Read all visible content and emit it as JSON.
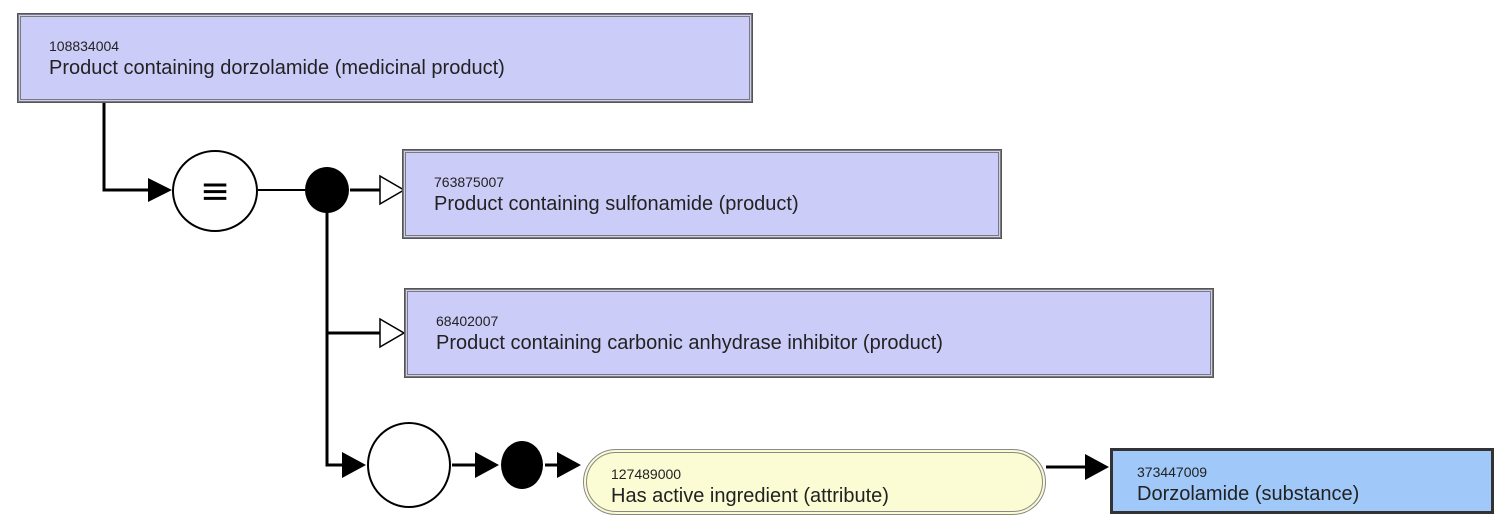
{
  "concepts": [
    {
      "id": "108834004",
      "label": "Product containing dorzolamide (medicinal product)"
    },
    {
      "id": "763875007",
      "label": "Product containing sulfonamide (product)"
    },
    {
      "id": "68402007",
      "label": "Product containing carbonic anhydrase inhibitor (product)"
    }
  ],
  "attribute": {
    "id": "127489000",
    "label": "Has active ingredient (attribute)"
  },
  "value": {
    "id": "373447009",
    "label": "Dorzolamide (substance)"
  },
  "symbols": {
    "definition": "≡"
  },
  "colors": {
    "concept_fill": "#ccccf8",
    "attribute_fill": "#fbfbd4",
    "substance_fill": "#a0c8f8"
  }
}
